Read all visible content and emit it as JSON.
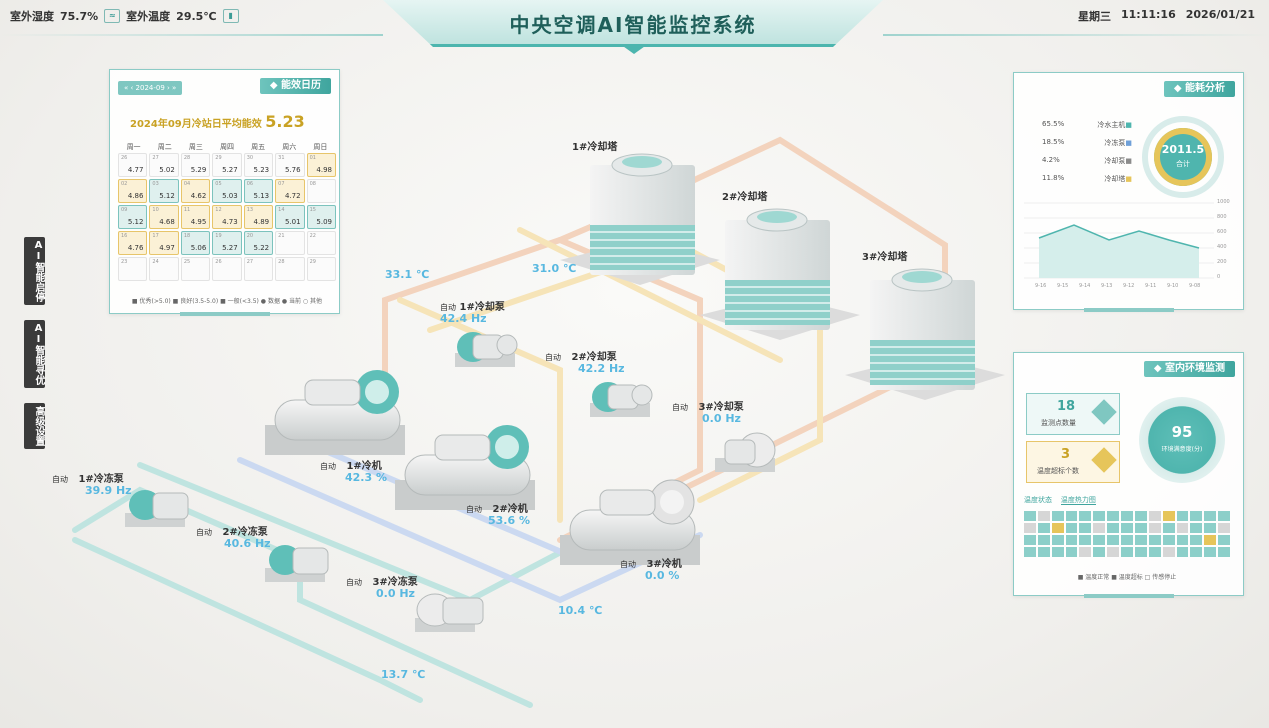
{
  "header": {
    "humidity_label": "室外湿度",
    "humidity_value": "75.7%",
    "temp_label": "室外温度",
    "temp_value": "29.5℃",
    "title": "中央空调AI智能监控系统",
    "date": "2026/01/21",
    "time": "11:11:16",
    "weekday": "星期三"
  },
  "side_buttons": [
    "AI智能启停",
    "AI智能寻优",
    "高级设置"
  ],
  "calendar": {
    "title": "能效日历",
    "nav": "« ‹ 2024-09 › »",
    "headline": "2024年09月冷站日平均能效",
    "headline_value": "5.23",
    "weekdays": [
      "周一",
      "周二",
      "周三",
      "周四",
      "周五",
      "周六",
      "周日"
    ],
    "cells": [
      {
        "d": "26",
        "v": "4.77",
        "c": ""
      },
      {
        "d": "27",
        "v": "5.02",
        "c": ""
      },
      {
        "d": "28",
        "v": "5.29",
        "c": ""
      },
      {
        "d": "29",
        "v": "5.27",
        "c": ""
      },
      {
        "d": "30",
        "v": "5.23",
        "c": ""
      },
      {
        "d": "31",
        "v": "5.76",
        "c": ""
      },
      {
        "d": "01",
        "v": "4.98",
        "c": "y"
      },
      {
        "d": "02",
        "v": "4.86",
        "c": "y"
      },
      {
        "d": "03",
        "v": "5.12",
        "c": "g"
      },
      {
        "d": "04",
        "v": "4.62",
        "c": "y"
      },
      {
        "d": "05",
        "v": "5.03",
        "c": "g"
      },
      {
        "d": "06",
        "v": "5.13",
        "c": "g"
      },
      {
        "d": "07",
        "v": "4.72",
        "c": "y"
      },
      {
        "d": "08",
        "v": "",
        "c": ""
      },
      {
        "d": "09",
        "v": "5.12",
        "c": "g"
      },
      {
        "d": "10",
        "v": "4.68",
        "c": "y"
      },
      {
        "d": "11",
        "v": "4.95",
        "c": "y"
      },
      {
        "d": "12",
        "v": "4.73",
        "c": "y"
      },
      {
        "d": "13",
        "v": "4.89",
        "c": "y"
      },
      {
        "d": "14",
        "v": "5.01",
        "c": "g"
      },
      {
        "d": "15",
        "v": "5.09",
        "c": "g"
      },
      {
        "d": "16",
        "v": "4.76",
        "c": "y"
      },
      {
        "d": "17",
        "v": "4.97",
        "c": "y"
      },
      {
        "d": "18",
        "v": "5.06",
        "c": "g"
      },
      {
        "d": "19",
        "v": "5.27",
        "c": "g"
      },
      {
        "d": "20",
        "v": "5.22",
        "c": "g"
      },
      {
        "d": "21",
        "v": "",
        "c": ""
      },
      {
        "d": "22",
        "v": "",
        "c": ""
      },
      {
        "d": "23",
        "v": "",
        "c": ""
      },
      {
        "d": "24",
        "v": "",
        "c": ""
      },
      {
        "d": "25",
        "v": "",
        "c": ""
      },
      {
        "d": "26",
        "v": "",
        "c": ""
      },
      {
        "d": "27",
        "v": "",
        "c": ""
      },
      {
        "d": "28",
        "v": "",
        "c": ""
      },
      {
        "d": "29",
        "v": "",
        "c": ""
      }
    ],
    "legend": "■ 优秀(>5.0)  ■ 良好(3.5-5.0)  ■ 一般(<3.5)  ● 数据  ● 当前  ○ 其他"
  },
  "energy": {
    "title": "能耗分析",
    "total_value": "2011.5",
    "total_label": "合计",
    "items": [
      {
        "name": "冷水主机",
        "pct": "65.5%",
        "color": "#4fb5ae"
      },
      {
        "name": "冷冻泵",
        "pct": "18.5%",
        "color": "#6fa0d8"
      },
      {
        "name": "冷却泵",
        "pct": "4.2%",
        "color": "#8b8b8b"
      },
      {
        "name": "冷却塔",
        "pct": "11.8%",
        "color": "#e6c55a"
      }
    ],
    "y_ticks": [
      "1000",
      "800",
      "600",
      "400",
      "200",
      "0"
    ],
    "x_ticks": [
      "9-08",
      "9-10",
      "9-11",
      "9-12",
      "9-13",
      "9-14",
      "9-15",
      "9-16"
    ]
  },
  "environment": {
    "title": "室内环境监测",
    "score": "95",
    "score_label": "环境满意度(分)",
    "sensors_value": "18",
    "sensors_label": "监测点数量",
    "alarms_value": "3",
    "alarms_label": "温度超标个数",
    "tab1": "温度热力图",
    "tab2": "温度状态",
    "legend": "■ 温度正常  ■ 温度超标  □ 传感停止"
  },
  "plant": {
    "towers": [
      {
        "name": "1#冷却塔"
      },
      {
        "name": "2#冷却塔"
      },
      {
        "name": "3#冷却塔"
      }
    ],
    "cooling_pumps": [
      {
        "name": "1#冷却泵",
        "mode": "自动",
        "freq": "42.4 Hz"
      },
      {
        "name": "2#冷却泵",
        "mode": "自动",
        "freq": "42.2 Hz"
      },
      {
        "name": "3#冷却泵",
        "mode": "自动",
        "freq": "0.0 Hz"
      }
    ],
    "chillers": [
      {
        "name": "1#冷机",
        "mode": "自动",
        "load": "42.3 %"
      },
      {
        "name": "2#冷机",
        "mode": "自动",
        "load": "53.6 %"
      },
      {
        "name": "3#冷机",
        "mode": "自动",
        "load": "0.0 %"
      }
    ],
    "chilled_pumps": [
      {
        "name": "1#冷冻泵",
        "mode": "自动",
        "freq": "39.9 Hz"
      },
      {
        "name": "2#冷冻泵",
        "mode": "自动",
        "freq": "40.6 Hz"
      },
      {
        "name": "3#冷冻泵",
        "mode": "自动",
        "freq": "0.0 Hz"
      }
    ],
    "temps": {
      "cooling_supply": "33.1 ℃",
      "cooling_return": "31.0 ℃",
      "chilled_supply": "10.4 ℃",
      "chilled_return": "13.7 ℃"
    }
  }
}
